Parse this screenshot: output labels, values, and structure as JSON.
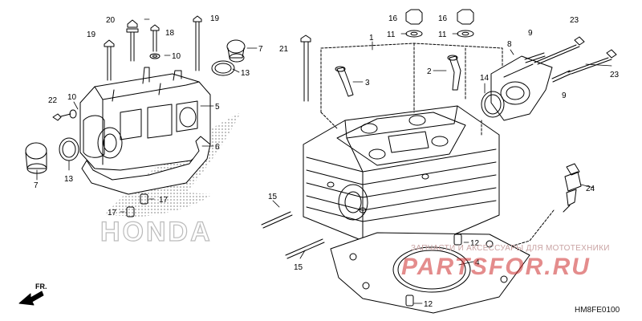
{
  "watermark": {
    "tagline": "ЗАПЧАСТИ И АКСЕССУАРЫ ДЛЯ МОТОТЕХНИКИ",
    "brand": "PARTSFOR.RU"
  },
  "logo_text": "HONDA",
  "figure_code": "HM8FE0100",
  "direction": "FR.",
  "colors": {
    "line": "#000000",
    "logo": "#cccccc",
    "watermark": "#cd2d2d"
  },
  "callouts": [
    {
      "id": "c1",
      "label": "1"
    },
    {
      "id": "c2",
      "label": "2"
    },
    {
      "id": "c3",
      "label": "3"
    },
    {
      "id": "c4",
      "label": "4"
    },
    {
      "id": "c5",
      "label": "5"
    },
    {
      "id": "c6",
      "label": "6"
    },
    {
      "id": "c7a",
      "label": "7"
    },
    {
      "id": "c7b",
      "label": "7"
    },
    {
      "id": "c8",
      "label": "8"
    },
    {
      "id": "c9a",
      "label": "9"
    },
    {
      "id": "c9b",
      "label": "9"
    },
    {
      "id": "c10a",
      "label": "10"
    },
    {
      "id": "c10b",
      "label": "10"
    },
    {
      "id": "c11a",
      "label": "11"
    },
    {
      "id": "c11b",
      "label": "11"
    },
    {
      "id": "c12a",
      "label": "12"
    },
    {
      "id": "c12b",
      "label": "12"
    },
    {
      "id": "c13a",
      "label": "13"
    },
    {
      "id": "c13b",
      "label": "13"
    },
    {
      "id": "c14",
      "label": "14"
    },
    {
      "id": "c15a",
      "label": "15"
    },
    {
      "id": "c15b",
      "label": "15"
    },
    {
      "id": "c16a",
      "label": "16"
    },
    {
      "id": "c16b",
      "label": "16"
    },
    {
      "id": "c17a",
      "label": "17"
    },
    {
      "id": "c17b",
      "label": "17"
    },
    {
      "id": "c18",
      "label": "18"
    },
    {
      "id": "c19a",
      "label": "19"
    },
    {
      "id": "c19b",
      "label": "19"
    },
    {
      "id": "c20",
      "label": "20"
    },
    {
      "id": "c21",
      "label": "21"
    },
    {
      "id": "c22",
      "label": "22"
    },
    {
      "id": "c23a",
      "label": "23"
    },
    {
      "id": "c23b",
      "label": "23"
    },
    {
      "id": "c24",
      "label": "24"
    }
  ]
}
